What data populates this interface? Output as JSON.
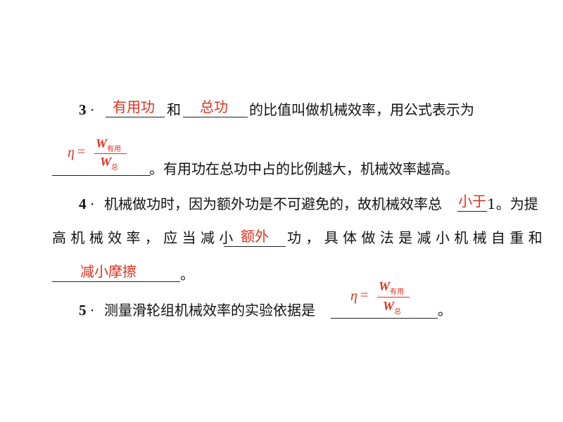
{
  "item3": {
    "number": "3",
    "dot": "·",
    "answer1": "有用功",
    "text_he": "和",
    "answer2": "总功",
    "text_rest": "的比值叫做机械效率，用公式表示为",
    "formula": {
      "eta": "η",
      "eq": "=",
      "num_var": "W",
      "num_sub": "有用",
      "den_var": "W",
      "den_sub": "总"
    },
    "text_line2": "。有用功在总功中占的比例越大，机械效率越高。"
  },
  "item4": {
    "number": "4",
    "dot": "·",
    "text_a": "机械做功时，因为额外功是不可避免的，故机械效率总",
    "answer1": "小于",
    "text_b": "1。为提",
    "text_c1": "高 机 械 效 率 ， 应 当 减 小",
    "answer2": "额外",
    "text_c2": "功 ， 具 体 做 法 是 减 小 机 械 自 重 和",
    "answer3": "减小摩擦",
    "text_d": "。"
  },
  "item5": {
    "number": "5",
    "dot": "·",
    "text_a": "测量滑轮组机械效率的实验依据是",
    "formula": {
      "eta": "η",
      "eq": "=",
      "num_var": "W",
      "num_sub": "有用",
      "den_var": "W",
      "den_sub": "总"
    },
    "text_end": "。"
  }
}
